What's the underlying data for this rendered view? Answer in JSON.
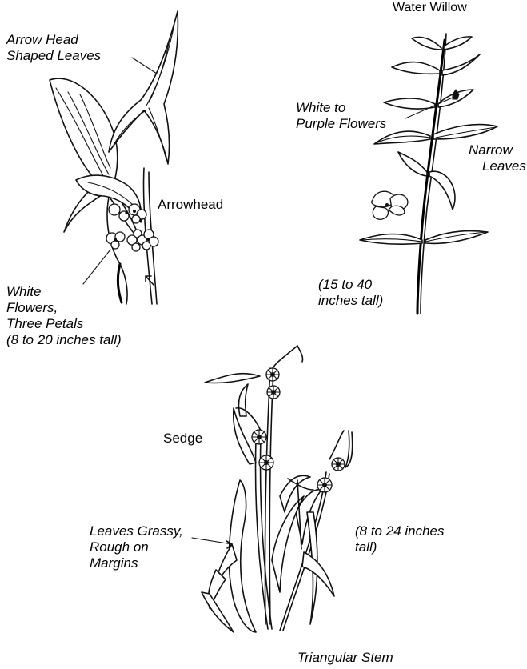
{
  "labels": {
    "arrow_head_leaves": [
      "Arrow Head",
      "Shaped Leaves"
    ],
    "arrowhead": "Arrowhead",
    "arrowhead_flowers": [
      "White",
      "Flowers,",
      "Three Petals",
      "(8 to 20 inches tall)"
    ],
    "water_willow": "Water Willow",
    "purple_flowers": [
      "White to",
      "Purple Flowers"
    ],
    "narrow_leaves": [
      "Narrow",
      "Leaves"
    ],
    "water_willow_height": [
      "(15 to 40",
      "inches tall)"
    ],
    "sedge": "Sedge",
    "sedge_leaves": [
      "Leaves Grassy,",
      "Rough on",
      "Margins"
    ],
    "sedge_height": [
      "(8 to 24 inches",
      "tall)"
    ],
    "triangular_stem": "Triangular Stem"
  }
}
